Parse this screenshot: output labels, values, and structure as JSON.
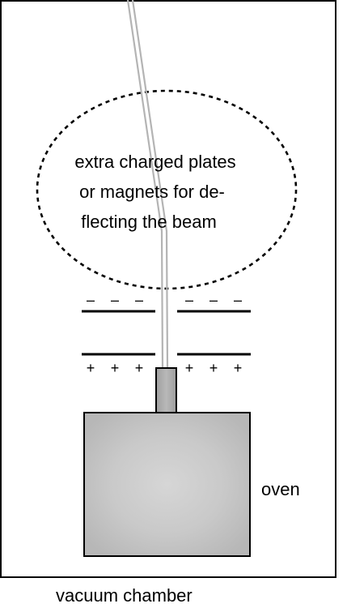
{
  "labels": {
    "deflection_region_lines": [
      "extra charged plates",
      "or magnets for de-",
      "flecting the beam"
    ],
    "oven": "oven",
    "vacuum_chamber": "vacuum chamber",
    "top_plate_charge": [
      "–",
      "–",
      "–",
      "–",
      "–",
      "–"
    ],
    "bottom_plate_charge": [
      "+",
      "+",
      "+",
      "+",
      "+",
      "+"
    ]
  },
  "colors": {
    "outline": "#000000",
    "beam": "#b4b4b4",
    "oven_fill": "#bdbdbd",
    "oven_glow": "#dcdcdc",
    "nozzle_fill": "#a9a9a9",
    "background": "#ffffff"
  }
}
